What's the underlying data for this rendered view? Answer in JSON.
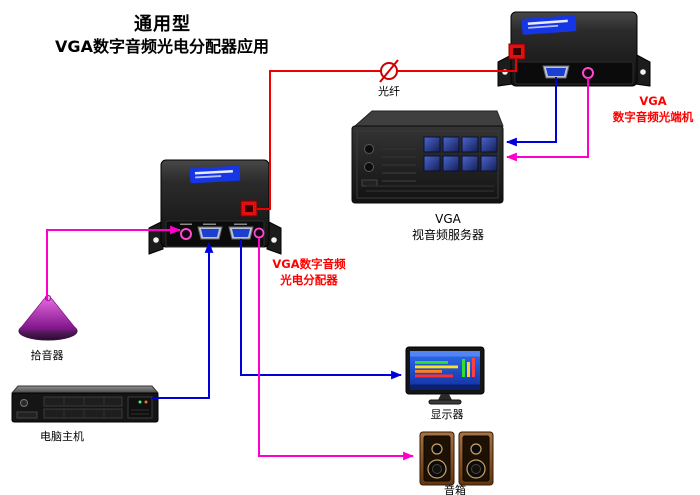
{
  "title": {
    "line1": "通用型",
    "line2": "VGA数字音频光电分配器应用"
  },
  "annotations": {
    "fiber": "光纤",
    "transceiver_line1": "VGA",
    "transceiver_line2": "数字音频光端机",
    "distributor_line1": "VGA数字音频",
    "distributor_line2": "光电分配器",
    "server_line1": "VGA",
    "server_line2": "视音频服务器",
    "microphone": "拾音器",
    "computer": "电脑主机",
    "monitor": "显示器",
    "speaker": "音箱"
  },
  "colors": {
    "fiber_line": "#ee0000",
    "vga_line": "#0000dd",
    "audio_line": "#ff00cc",
    "annotation_red": "#ff0000",
    "annotation_black": "#000000",
    "device_sticker_blue": "#1636e6"
  }
}
